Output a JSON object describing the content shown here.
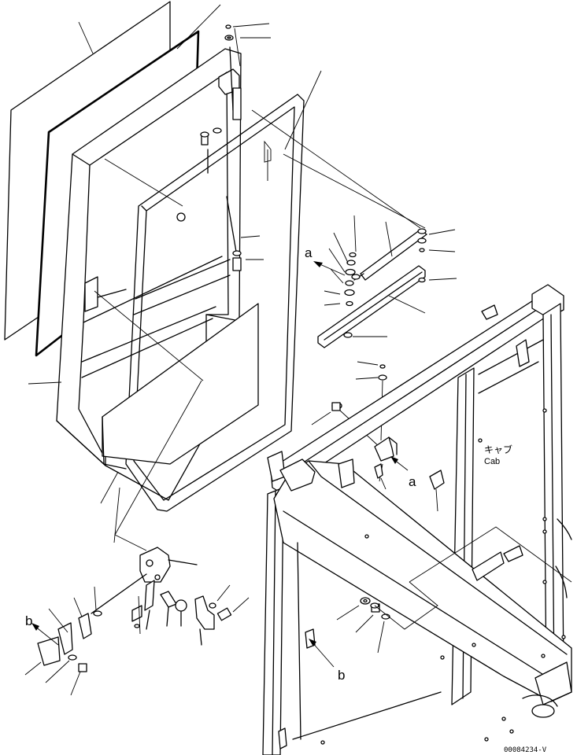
{
  "callouts": {
    "a_upper": "a",
    "a_lower": "a",
    "b_left": "b",
    "b_right": "b"
  },
  "cab_label": {
    "japanese": "キャブ",
    "english": "Cab"
  },
  "drawing_code": "00084234-V"
}
